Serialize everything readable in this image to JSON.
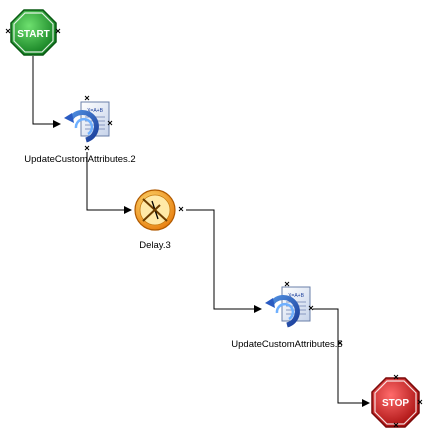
{
  "workflow": {
    "start_label": "START",
    "stop_label": "STOP",
    "nodes": [
      {
        "label": "UpdateCustomAttributes.2"
      },
      {
        "label": "Delay.3"
      },
      {
        "label": "UpdateCustomAttributes.5"
      }
    ],
    "icon_glyph": "X=A+B"
  },
  "colors": {
    "start_green": "#1f9a2c",
    "stop_red": "#d81e1e",
    "clock_orange": "#f6a21a",
    "connector": "#000000"
  }
}
